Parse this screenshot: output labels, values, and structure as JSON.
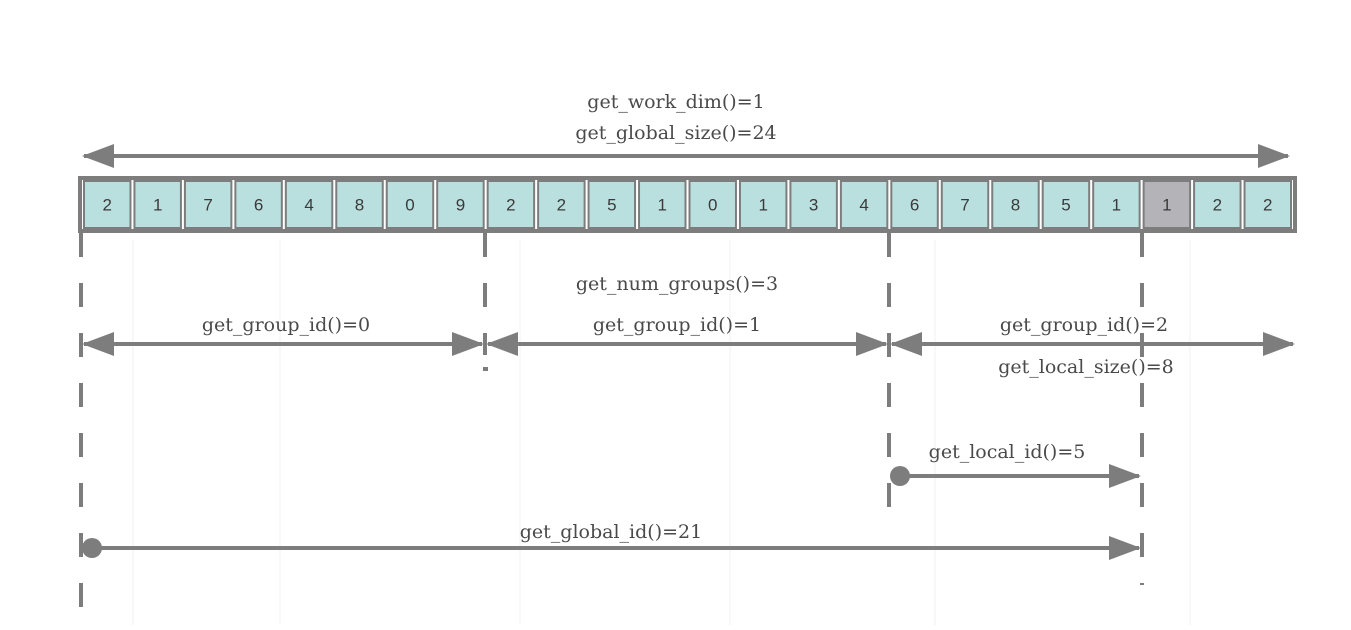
{
  "colors": {
    "line": "#7d7d7d",
    "cell_fill": "#b9e0df",
    "cell_highlight_fill": "#b4b4b8",
    "cell_border": "#7d7d7d",
    "text": "#4a4a4a"
  },
  "cells": [
    2,
    1,
    7,
    6,
    4,
    8,
    0,
    9,
    2,
    2,
    5,
    1,
    0,
    1,
    3,
    4,
    6,
    7,
    8,
    5,
    1,
    1,
    2,
    2
  ],
  "highlighted_cell_index": 21,
  "labels": {
    "work_dim": "get_work_dim()=1",
    "global_size": "get_global_size()=24",
    "num_groups": "get_num_groups()=3",
    "group_id_0": "get_group_id()=0",
    "group_id_1": "get_group_id()=1",
    "group_id_2": "get_group_id()=2",
    "local_size": "get_local_size()=8",
    "local_id": "get_local_id()=5",
    "global_id": "get_global_id()=21"
  }
}
